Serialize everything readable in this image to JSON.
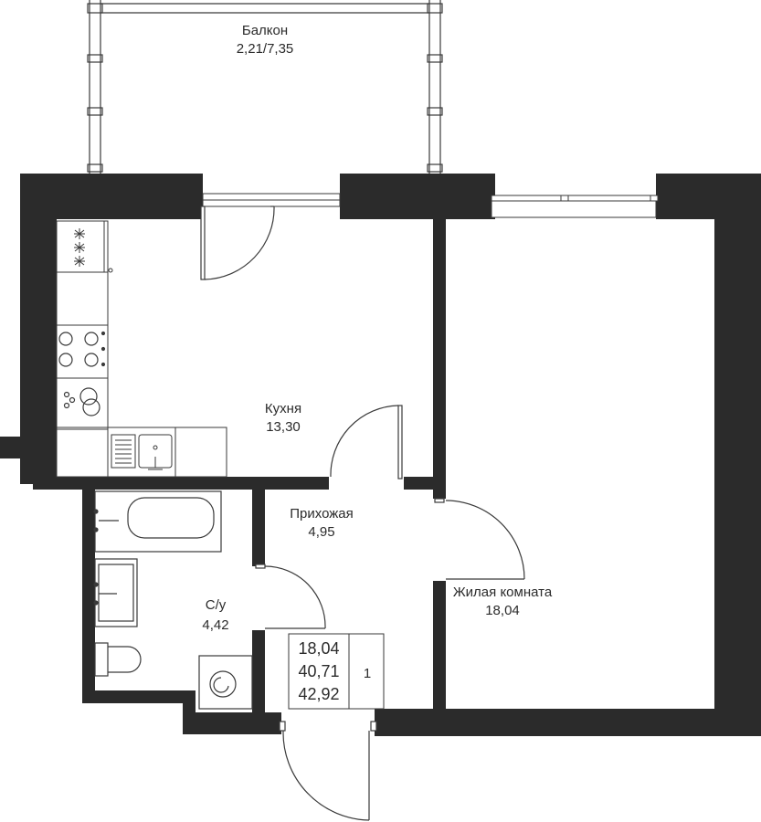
{
  "rooms": {
    "balcony": {
      "name": "Балкон",
      "area": "2,21/7,35"
    },
    "kitchen": {
      "name": "Кухня",
      "area": "13,30"
    },
    "hallway": {
      "name": "Прихожая",
      "area": "4,95"
    },
    "bathroom": {
      "name": "С/у",
      "area": "4,42"
    },
    "living": {
      "name": "Жилая комната",
      "area": "18,04"
    }
  },
  "summary": {
    "living_area": "18,04",
    "total_area": "40,71",
    "total_with_balcony": "42,92",
    "room_count": "1"
  },
  "colors": {
    "wall": "#2b2b2b",
    "line": "#3a3a3a",
    "background": "#ffffff"
  }
}
